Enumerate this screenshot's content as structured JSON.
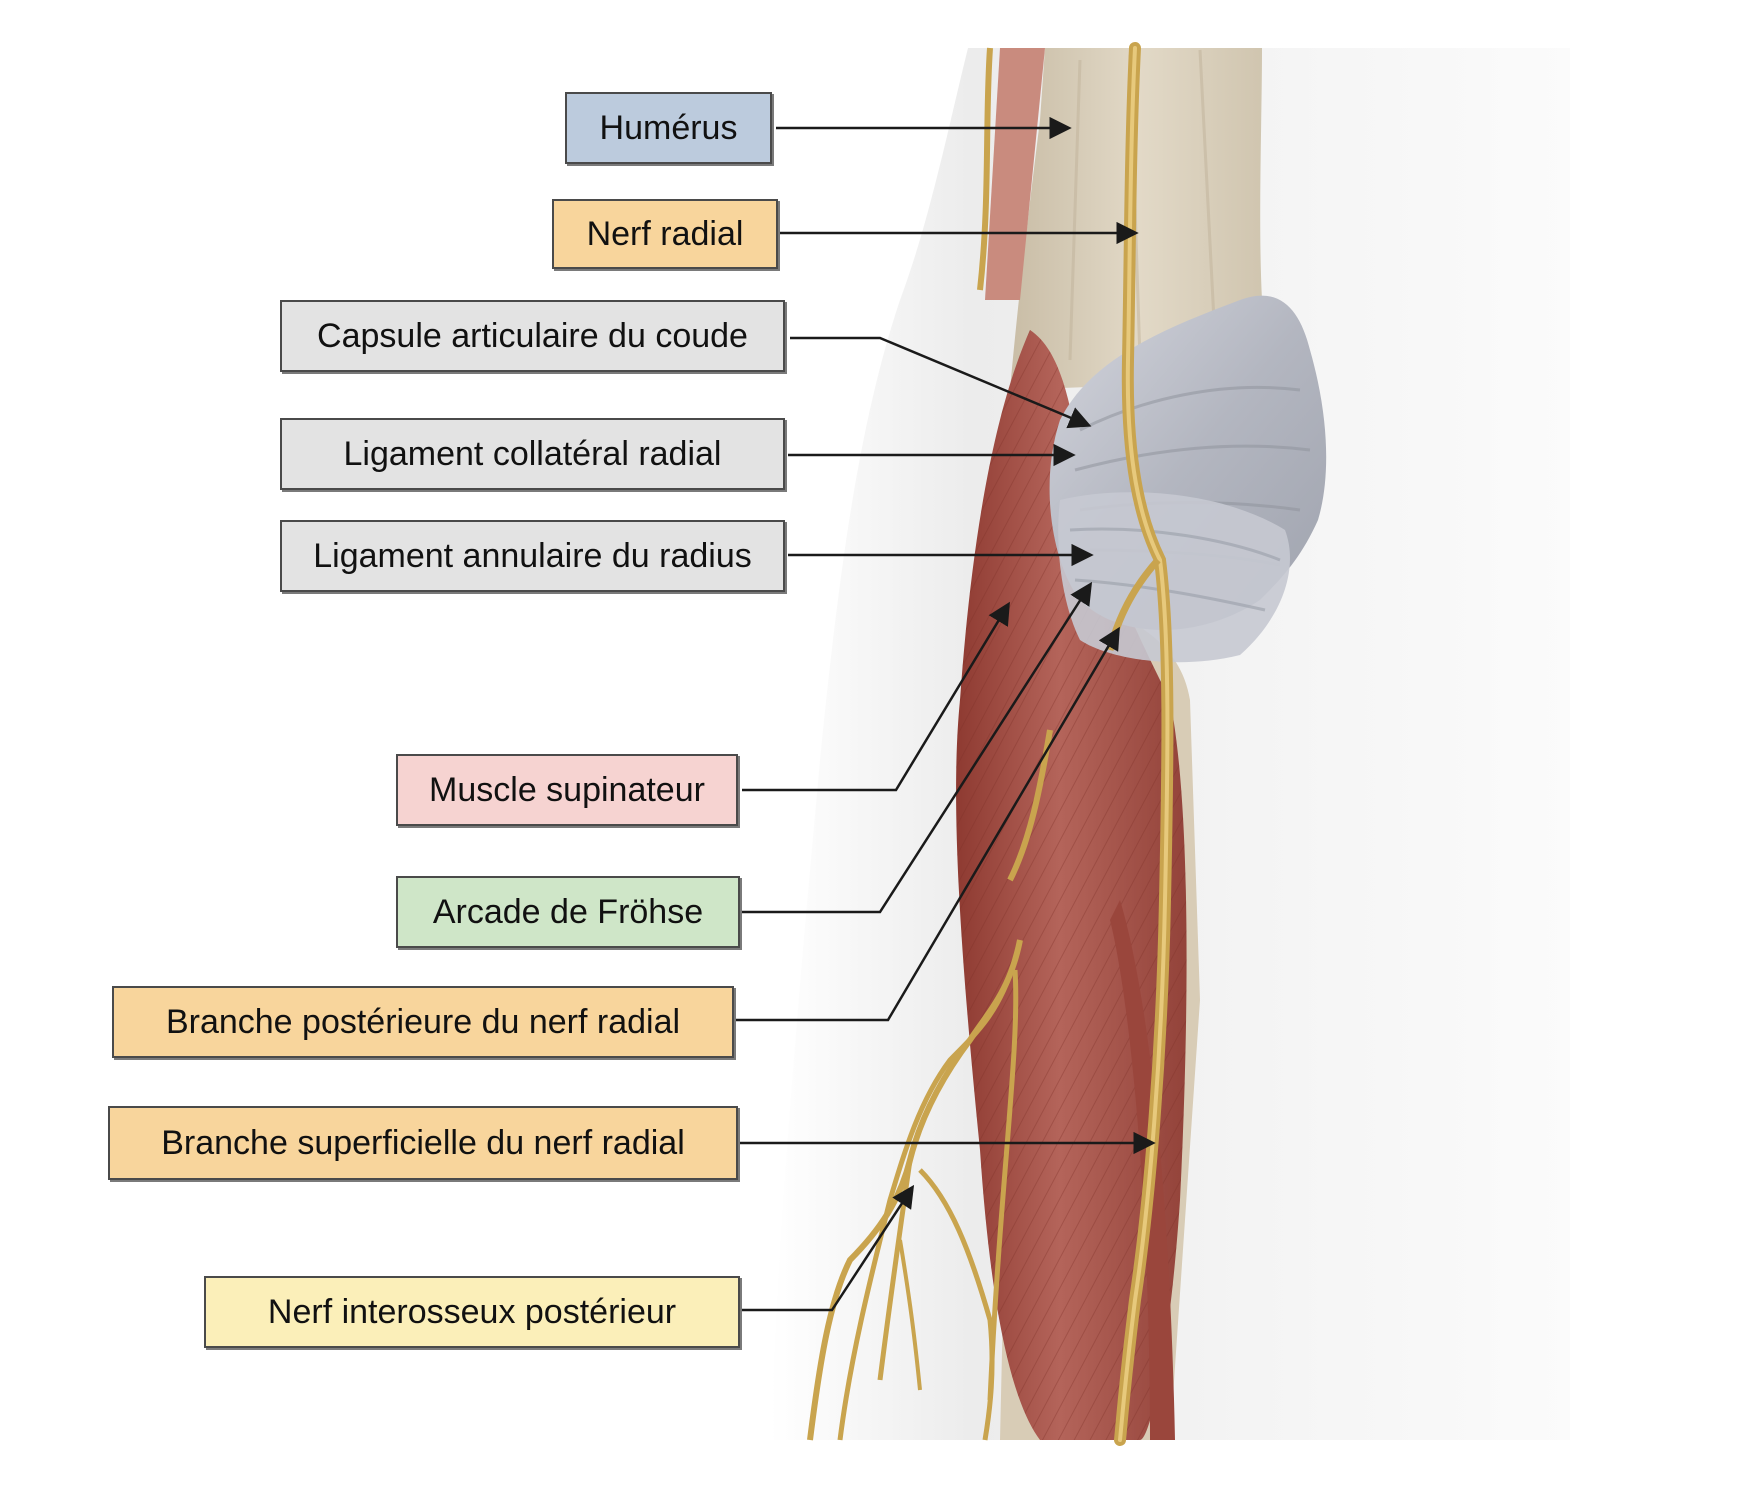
{
  "colors": {
    "bone_blue": "#bccbdd",
    "nerve_orange": "#f8d59c",
    "ligament_gray": "#e3e3e3",
    "muscle_pink": "#f6d3d1",
    "arcade_green": "#cfe6c8",
    "interosseous_yellow": "#fbefb9",
    "nerve_fill": "#c9a44e",
    "muscle_fill": "#a85448",
    "bone_fill": "#ddd3c0",
    "ligament_fill": "#b8bcc6"
  },
  "labels": {
    "humerus": "Humérus",
    "nerf_radial": "Nerf radial",
    "capsule": "Capsule articulaire du coude",
    "ligament_collateral": "Ligament collatéral radial",
    "ligament_annulaire": "Ligament annulaire du radius",
    "muscle_supinateur": "Muscle supinateur",
    "arcade_frohse": "Arcade de Fröhse",
    "branche_posterieure": "Branche postérieure du nerf radial",
    "branche_superficielle": "Branche superficielle du nerf radial",
    "nerf_interosseux": "Nerf interosseux postérieur"
  }
}
